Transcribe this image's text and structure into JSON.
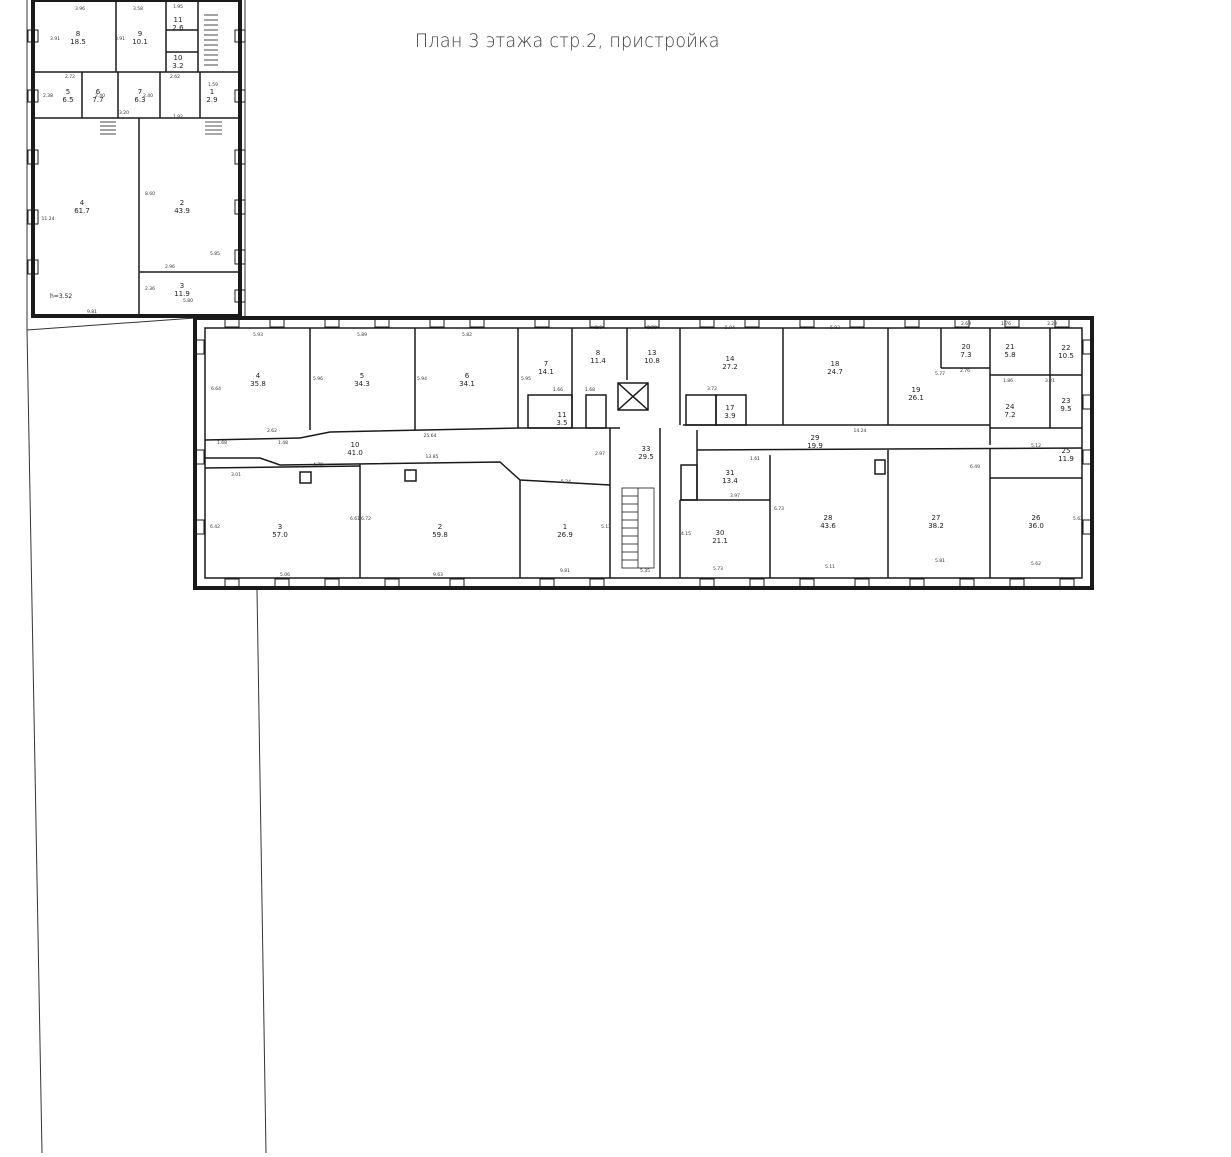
{
  "title": "План  3 этажа стр.2, пристройка",
  "height_note": "h=3.52",
  "colors": {
    "wall": "#1a1a1a",
    "line": "#333333",
    "background": "#ffffff"
  },
  "north_rooms": [
    {
      "num": "8",
      "area": "18.5"
    },
    {
      "num": "9",
      "area": "10.1"
    },
    {
      "num": "11",
      "area": "2.6"
    },
    {
      "num": "10",
      "area": "3.2"
    },
    {
      "num": "5",
      "area": "6.5"
    },
    {
      "num": "6",
      "area": "7.7"
    },
    {
      "num": "7",
      "area": "6.3"
    },
    {
      "num": "1",
      "area": "2.9"
    },
    {
      "num": "4",
      "area": "61.7"
    },
    {
      "num": "2",
      "area": "43.9"
    },
    {
      "num": "3",
      "area": "11.9"
    }
  ],
  "main_rooms": [
    {
      "num": "4",
      "area": "35.8"
    },
    {
      "num": "5",
      "area": "34.3"
    },
    {
      "num": "6",
      "area": "34.1"
    },
    {
      "num": "7",
      "area": "14.1"
    },
    {
      "num": "8",
      "area": "11.4"
    },
    {
      "num": "13",
      "area": "10.8"
    },
    {
      "num": "14",
      "area": "27.2"
    },
    {
      "num": "18",
      "area": "24.7"
    },
    {
      "num": "19",
      "area": "26.1"
    },
    {
      "num": "20",
      "area": "7.3"
    },
    {
      "num": "21",
      "area": "5.8"
    },
    {
      "num": "22",
      "area": "10.5"
    },
    {
      "num": "23",
      "area": "9.5"
    },
    {
      "num": "11",
      "area": "3.5"
    },
    {
      "num": "17",
      "area": "3.9"
    },
    {
      "num": "24",
      "area": "7.2"
    },
    {
      "num": "10",
      "area": "41.0"
    },
    {
      "num": "33",
      "area": "29.5"
    },
    {
      "num": "29",
      "area": "19.9"
    },
    {
      "num": "25",
      "area": "11.9"
    },
    {
      "num": "3",
      "area": "57.0"
    },
    {
      "num": "2",
      "area": "59.8"
    },
    {
      "num": "1",
      "area": "26.9"
    },
    {
      "num": "31",
      "area": "13.4"
    },
    {
      "num": "30",
      "area": "21.1"
    },
    {
      "num": "28",
      "area": "43.6"
    },
    {
      "num": "27",
      "area": "38.2"
    },
    {
      "num": "26",
      "area": "36.0"
    }
  ],
  "dimensions": [
    "3.96",
    "3.58",
    "1.95",
    "3.91",
    "3.91",
    "2.72",
    "2.62",
    "1.59",
    "2.38",
    "2.40",
    "2.40",
    "1.92",
    "3.20",
    "11.24",
    "8.60",
    "5.85",
    "2.96",
    "2.36",
    "5.80",
    "9.81",
    "5.93",
    "5.89",
    "5.82",
    "2.64",
    "2.88",
    "5.94",
    "5.92",
    "2.69",
    "1.76",
    "3.23",
    "6.64",
    "5.96",
    "5.94",
    "5.95",
    "1.66",
    "1.68",
    "3.72",
    "5.77",
    "2.76",
    "1.86",
    "3.21",
    "2.62",
    "1.48",
    "1.68",
    "25.64",
    "2.97",
    "14.24",
    "3.01",
    "4.78",
    "13.85",
    "5.24",
    "1.61",
    "5.12",
    "6.42",
    "6.61",
    "6.72",
    "5.13",
    "4.15",
    "3.97",
    "6.73",
    "6.49",
    "5.81",
    "5.06",
    "9.63",
    "9.81",
    "5.35",
    "5.73",
    "5.11",
    "5.62",
    "5.62"
  ]
}
